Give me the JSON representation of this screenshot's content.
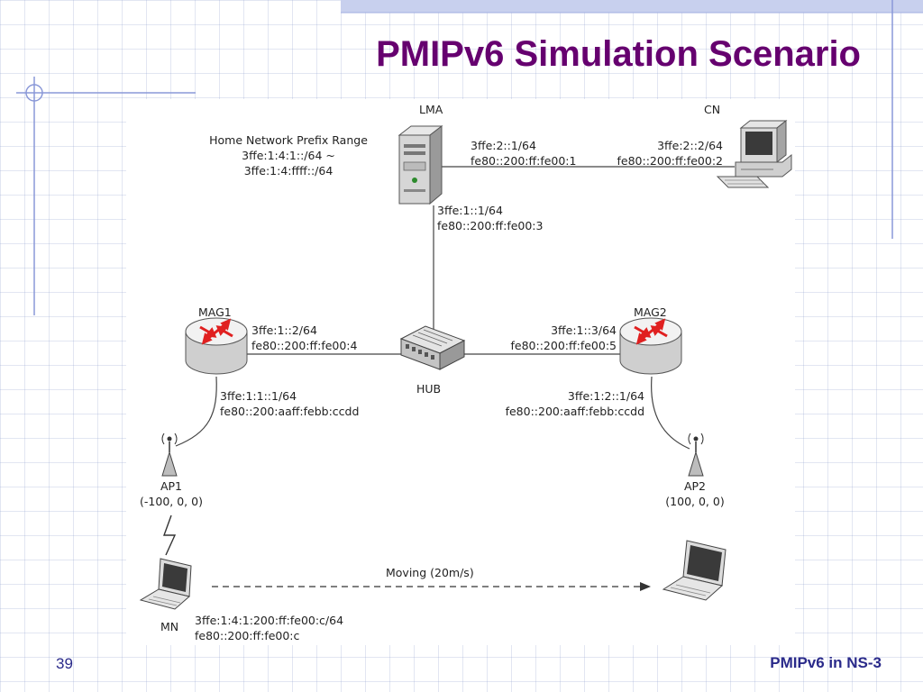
{
  "slide": {
    "title": "PMIPv6 Simulation Scenario",
    "page_number": "39",
    "footer": "PMIPv6 in NS-3"
  },
  "colors": {
    "title": "#66006f",
    "footer": "#2a2a8a",
    "router_arrows": "#e02020"
  },
  "nodes": {
    "lma": {
      "label": "LMA",
      "prefix_range_title": "Home Network Prefix Range",
      "prefix_range_1": "3ffe:1:4:1::/64 ~",
      "prefix_range_2": "3ffe:1:4:ffff::/64",
      "if_cn_1": "3ffe:2::1/64",
      "if_cn_2": "fe80::200:ff:fe00:1",
      "if_hub_1": "3ffe:1::1/64",
      "if_hub_2": "fe80::200:ff:fe00:3"
    },
    "cn": {
      "label": "CN",
      "addr_1": "3ffe:2::2/64",
      "addr_2": "fe80::200:ff:fe00:2"
    },
    "hub": {
      "label": "HUB"
    },
    "mag1": {
      "label": "MAG1",
      "if_hub_1": "3ffe:1::2/64",
      "if_hub_2": "fe80::200:ff:fe00:4",
      "if_ap_1": "3ffe:1:1::1/64",
      "if_ap_2": "fe80::200:aaff:febb:ccdd"
    },
    "mag2": {
      "label": "MAG2",
      "if_hub_1": "3ffe:1::3/64",
      "if_hub_2": "fe80::200:ff:fe00:5",
      "if_ap_1": "3ffe:1:2::1/64",
      "if_ap_2": "fe80::200:aaff:febb:ccdd"
    },
    "ap1": {
      "label": "AP1",
      "position": "(-100, 0, 0)"
    },
    "ap2": {
      "label": "AP2",
      "position": "(100, 0, 0)"
    },
    "mn": {
      "label": "MN",
      "addr_1": "3ffe:1:4:1:200:ff:fe00:c/64",
      "addr_2": "fe80::200:ff:fe00:c"
    }
  },
  "movement": {
    "label": "Moving (20m/s)"
  },
  "icons": [
    "server-icon",
    "desktop-computer-icon",
    "router-icon",
    "hub-icon",
    "antenna-icon",
    "laptop-icon",
    "wireless-link-icon"
  ]
}
